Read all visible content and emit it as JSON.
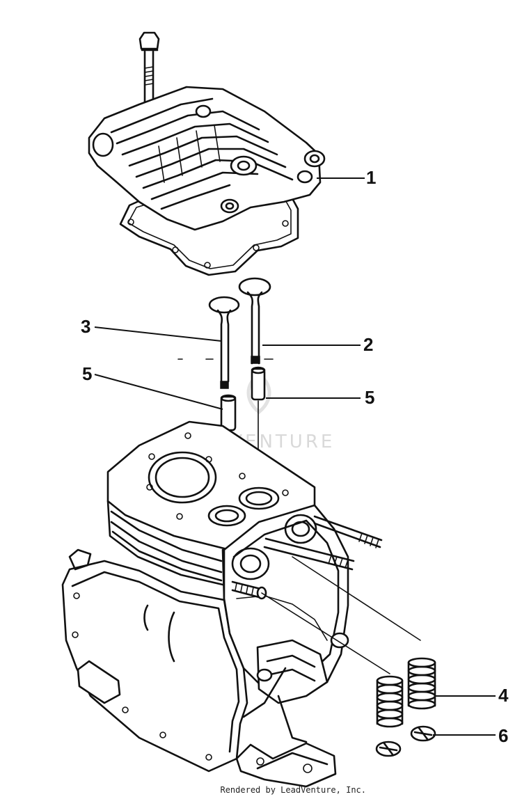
{
  "callouts": {
    "c1": "1",
    "c2": "2",
    "c3": "3",
    "c4": "4",
    "c5a": "5",
    "c5b": "5",
    "c6": "6"
  },
  "watermark": "LEADVENTURE",
  "footer": "Rendered by LeadVenture, Inc.",
  "colors": {
    "ink": "#111111",
    "watermark": "#d9d9d9",
    "background": "#ffffff"
  }
}
